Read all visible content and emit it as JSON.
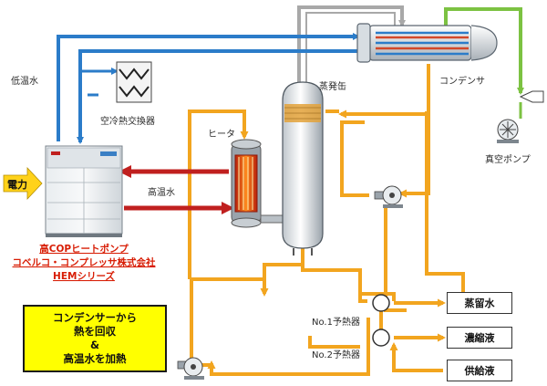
{
  "labels": {
    "low_temp_water": "低温水",
    "air_cooled_hx": "空冷熱交換器",
    "heater": "ヒータ",
    "high_temp_water": "高温水",
    "evaporator": "蒸発缶",
    "condenser": "コンデンサ",
    "vacuum_pump": "真空ポンプ",
    "preheater_1": "No.1予熱器",
    "preheater_2": "No.2予熱器",
    "power": "電力"
  },
  "heat_pump_caption": [
    "高COPヒートポンプ",
    "コベルコ・コンプレッサ株式会社",
    "HEMシリーズ"
  ],
  "note_lines": [
    "コンデンサーから",
    "熱を回収",
    "&",
    "高温水を加熱"
  ],
  "outputs": {
    "distilled_water": "蒸留水",
    "concentrate": "濃縮液",
    "feed_liquid": "供給液"
  },
  "colors": {
    "low_temp_line": "#2b7cc9",
    "high_temp_line": "#c0201f",
    "process_line": "#f2a51f",
    "vapor_line": "#a8a8a8",
    "cooling_line": "#7cc242",
    "caption_red": "#d81e06",
    "note_yellow": "#ffff00"
  }
}
